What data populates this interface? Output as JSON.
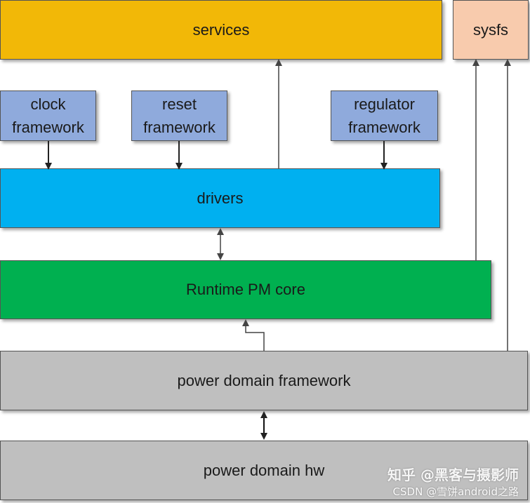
{
  "nodes": {
    "services": "services",
    "sysfs": "sysfs",
    "clock": "clock\nframework",
    "reset": "reset\nframework",
    "regulator": "regulator\nframework",
    "drivers": "drivers",
    "runtime_pm_core": "Runtime PM core",
    "power_domain_framework": "power domain framework",
    "power_domain_hw": "power domain hw"
  },
  "colors": {
    "services": "#f2b807",
    "sysfs": "#f8cbad",
    "framework": "#8faadc",
    "drivers": "#00b0f0",
    "runtime_pm_core": "#00b050",
    "power_domain": "#bfbfbf"
  },
  "watermark": {
    "line1": "知乎 @黑客与摄影师",
    "line2": "CSDN @雪饼android之路"
  }
}
